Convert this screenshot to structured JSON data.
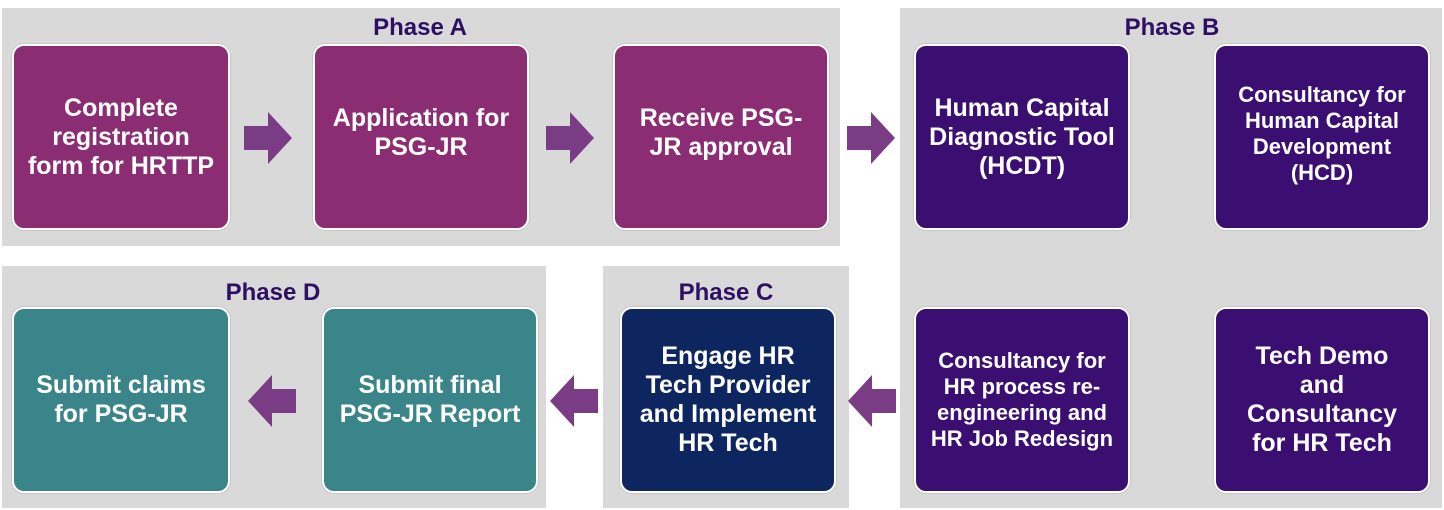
{
  "colors": {
    "panel": "#d9d9d9",
    "phase_a_box": "#8a2d72",
    "phase_b_box": "#3b0f72",
    "phase_c_box": "#0d2660",
    "phase_d_box": "#3a8589",
    "arrow": "#7b3c86",
    "title": "#2e0f63"
  },
  "phases": {
    "a": {
      "title": "Phase A",
      "steps": [
        "Complete registration form for HRTTP",
        "Application for PSG-JR",
        "Receive PSG-JR approval"
      ]
    },
    "b": {
      "title": "Phase B",
      "steps": [
        "Human Capital Diagnostic Tool (HCDT)",
        "Consultancy for Human Capital Development (HCD)",
        "Consultancy for HR process re-engineering and HR Job Redesign",
        "Tech Demo and Consultancy for HR Tech"
      ]
    },
    "c": {
      "title": "Phase C",
      "steps": [
        "Engage HR Tech Provider and Implement HR Tech"
      ]
    },
    "d": {
      "title": "Phase D",
      "steps": [
        "Submit final PSG-JR Report",
        "Submit claims for PSG-JR"
      ]
    }
  }
}
